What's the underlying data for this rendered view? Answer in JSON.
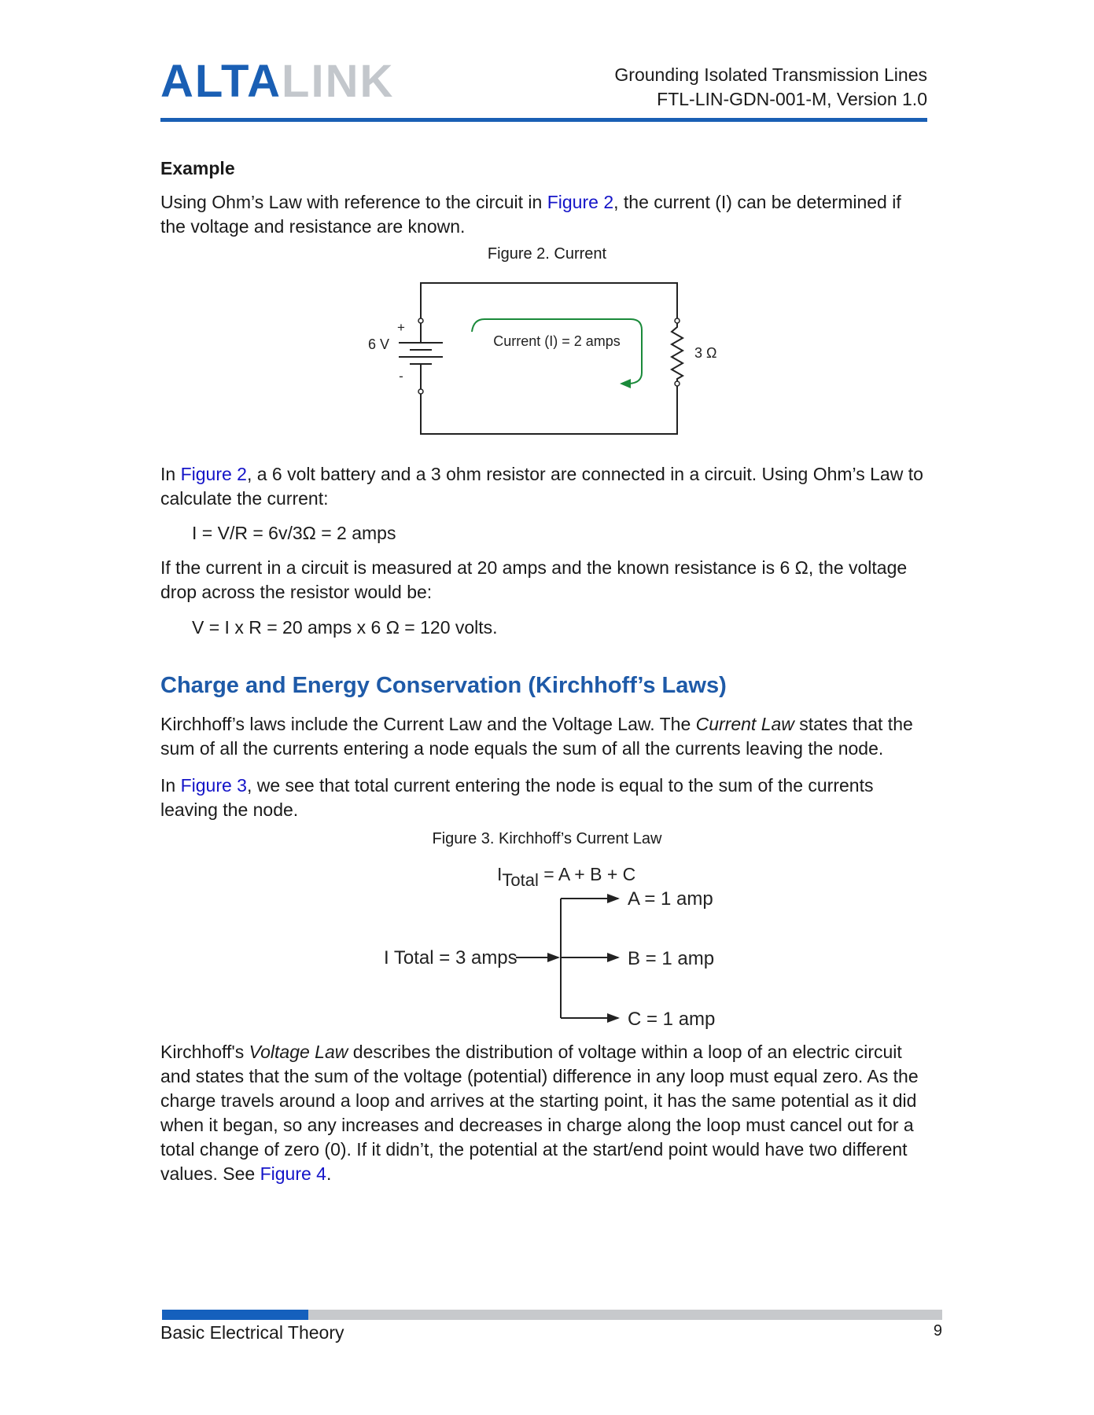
{
  "header": {
    "logo_part1": "ALTA",
    "logo_part2": "LINK",
    "title_line1": "Grounding Isolated Transmission Lines",
    "title_line2": "FTL-LIN-GDN-001-M, Version 1.0"
  },
  "example": {
    "heading": "Example",
    "para1_a": "Using Ohm’s Law with reference to the circuit in ",
    "para1_link": "Figure 2",
    "para1_b": ", the current (I) can be determined if",
    "para1_line2": "the voltage and resistance are known."
  },
  "figure2": {
    "caption": "Figure 2. Current",
    "plus": "+",
    "minus": "-",
    "voltage_label": "6 V",
    "resistance_label": "3 Ω",
    "current_label": "Current (I) = 2 amps"
  },
  "para2": {
    "a": "In ",
    "link": "Figure 2",
    "b": ", a 6 volt battery and a 3 ohm resistor are connected in a circuit.  Using Ohm’s Law to",
    "line2": "calculate the current:"
  },
  "eq1": "I = V/R = 6v/3Ω = 2 amps",
  "para3": {
    "line1": "If the current in a circuit is measured at 20 amps and the known resistance is 6 Ω, the voltage",
    "line2": "drop across the resistor would be:"
  },
  "eq2": "V = I x R = 20 amps x 6 Ω = 120 volts.",
  "section": {
    "heading": "Charge and Energy Conservation (Kirchhoff’s Laws)",
    "p1_a": "Kirchhoff’s laws include the Current Law and the Voltage Law. The ",
    "p1_em": "Current Law",
    "p1_b": " states that the",
    "p1_line2": "sum of all the currents entering a node equals the sum of all the currents leaving the node.",
    "p2_a": "In ",
    "p2_link": "Figure 3",
    "p2_b": ", we see that total current entering the node is equal to the sum of the currents",
    "p2_line2": "leaving the node."
  },
  "figure3": {
    "caption": "Figure 3. Kirchhoff’s Current Law",
    "eq_i": "I",
    "eq_sub": "Total",
    "eq_rest": " = A + B + C",
    "input_label": "I Total = 3 amps",
    "out_a": "A = 1 amp",
    "out_b": "B = 1 amp",
    "out_c": "C = 1 amp"
  },
  "para4": {
    "l1_a": "Kirchhoff's ",
    "l1_em": "Voltage Law",
    "l1_b": " describes the distribution of voltage within a loop of an electric circuit",
    "l2": "and states that the sum of the voltage (potential) difference in any loop must equal zero. As the",
    "l3": "charge travels around a loop and arrives at the starting point, it has the same potential as it did",
    "l4": "when it began, so any increases and decreases in charge along the loop must cancel out for a",
    "l5": "total change of zero (0). If it didn’t, the potential at the start/end point would have two different",
    "l6_a": "values. See ",
    "l6_link": "Figure 4",
    "l6_b": "."
  },
  "footer": {
    "left": "Basic Electrical Theory",
    "page": "9"
  },
  "colors": {
    "brand_blue": "#1a5fb4",
    "heading_blue": "#1e5aa8",
    "link_blue": "#1414c8",
    "arrow_green": "#1a8a3a"
  }
}
